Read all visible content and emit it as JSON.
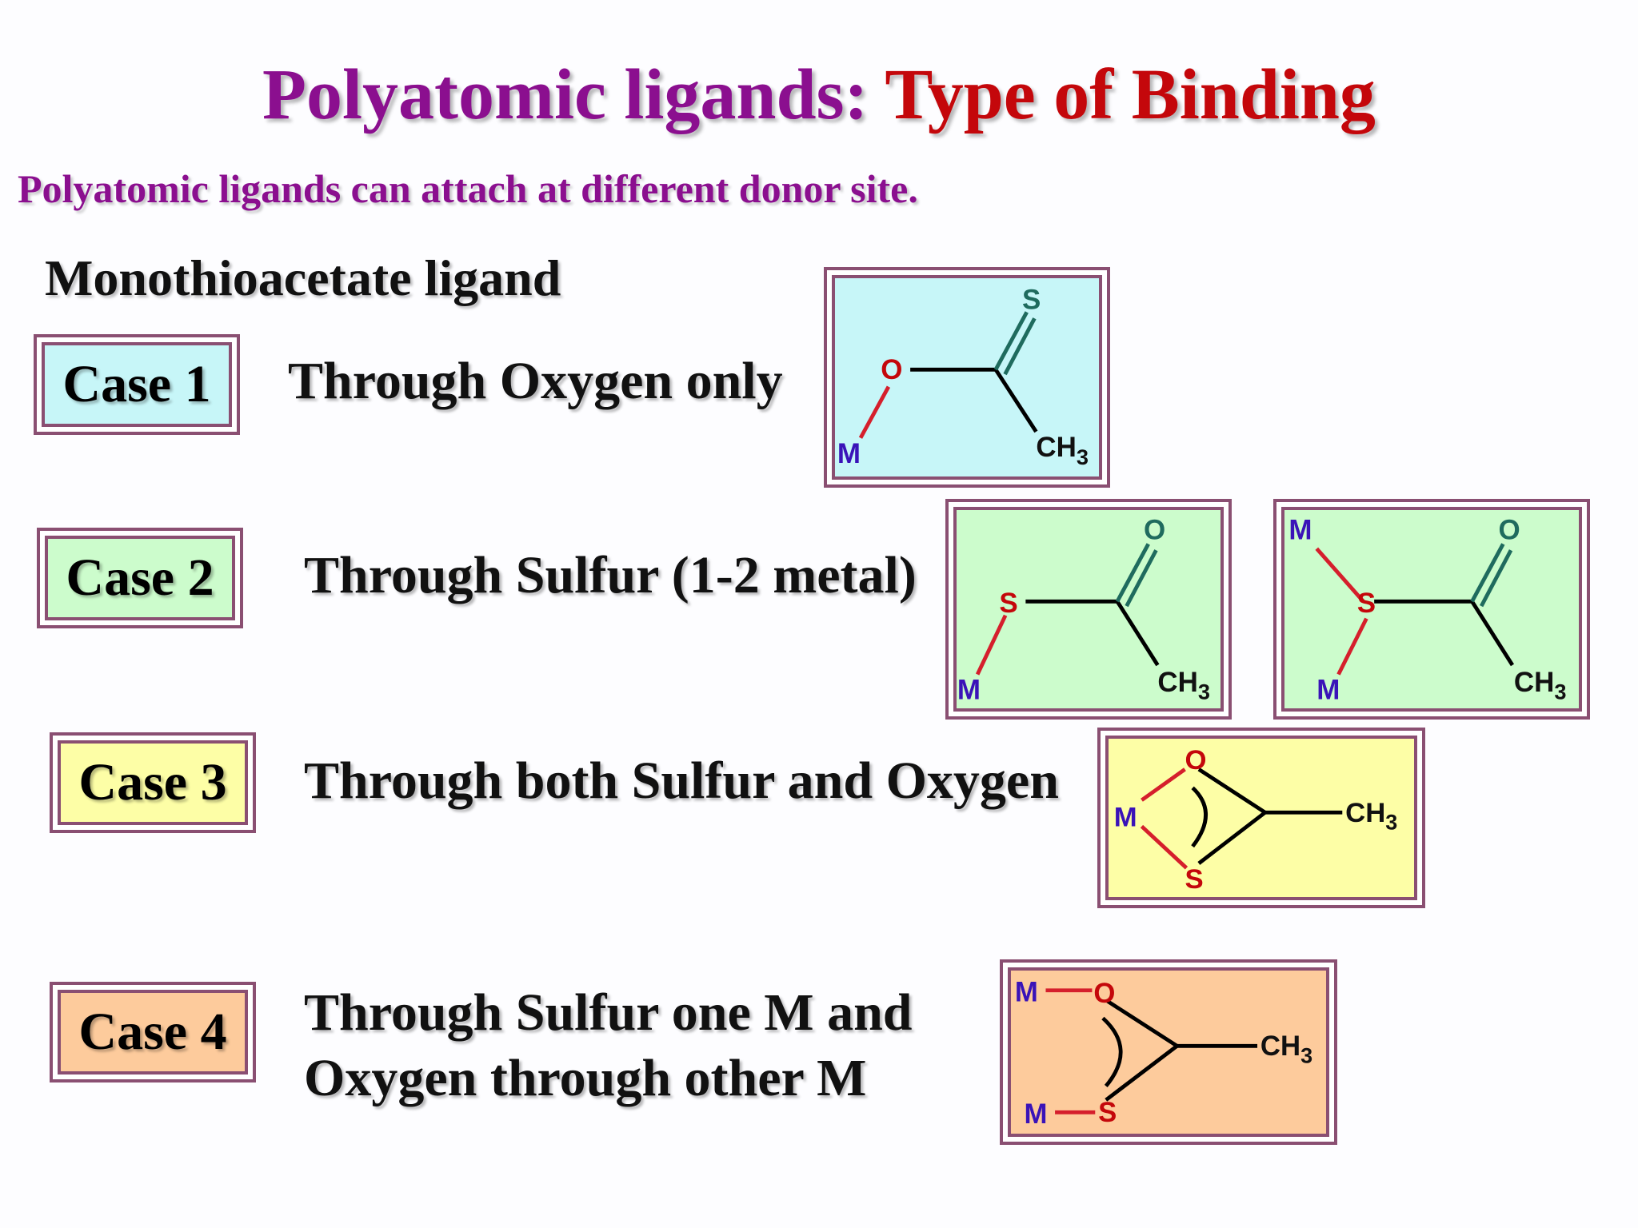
{
  "title": {
    "part1": "Polyatomic ligands: ",
    "part2": "Type of Binding"
  },
  "subtitle": "Polyatomic ligands can attach at different donor site.",
  "section_heading": "Monothioacetate ligand",
  "colors": {
    "title_purple": "#8b0f8f",
    "title_red": "#c4070b",
    "case1_bg": "#c7f6f8",
    "case2_bg": "#ccfccc",
    "case3_bg": "#fdfea6",
    "case4_bg": "#fdcb9c",
    "border": "#8a4f72",
    "metal": "#3a13b8",
    "oxygen": "#c4070b",
    "sulfur_case1": "#1f6b5e"
  },
  "cases": [
    {
      "label": "Case 1",
      "text": "Through Oxygen only"
    },
    {
      "label": "Case 2",
      "text": "Through Sulfur (1-2 metal)"
    },
    {
      "label": "Case 3",
      "text": "Through both Sulfur and Oxygen"
    },
    {
      "label": "Case 4",
      "text_line1": "Through Sulfur one M and",
      "text_line2": "Oxygen through other M"
    }
  ],
  "atoms": {
    "metal": "M",
    "oxygen": "O",
    "sulfur": "S",
    "methyl_c": "CH",
    "methyl_sub": "3"
  }
}
